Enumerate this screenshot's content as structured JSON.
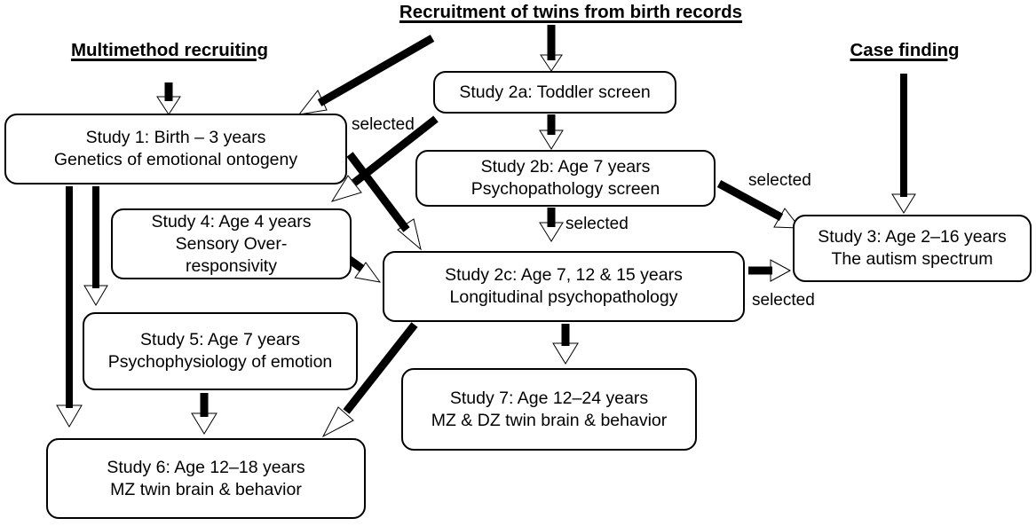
{
  "figure": {
    "type": "flowchart",
    "title_text": "Recruitment of twins from birth records",
    "background": "#ffffff",
    "ink_color": "#000000"
  },
  "headers": [
    {
      "id": "recruitment",
      "label": "Recruitment of twins from birth records"
    },
    {
      "id": "multimethod",
      "label": "Multimethod recruiting"
    },
    {
      "id": "case-finding",
      "label": "Case finding"
    }
  ],
  "boxes": [
    {
      "id": "study-1",
      "label": "Study 1: Birth – 3 years\nGenetics of emotional ontogeny"
    },
    {
      "id": "study-2a",
      "label": "Study 2a: Toddler screen"
    },
    {
      "id": "study-2b",
      "label": "Study 2b: Age 7 years\nPsychopathology screen"
    },
    {
      "id": "study-2c",
      "label": "Study 2c: Age 7, 12 & 15 years\nLongitudinal psychopathology"
    },
    {
      "id": "study-3",
      "label": "Study 3: Age 2–16 years\nThe autism spectrum"
    },
    {
      "id": "study-4",
      "label": "Study 4: Age 4 years\nSensory Over-\nresponsivity"
    },
    {
      "id": "study-5",
      "label": "Study 5: Age 7 years\nPsychophysiology of emotion"
    },
    {
      "id": "study-6",
      "label": "Study 6: Age 12–18 years\nMZ twin brain & behavior"
    },
    {
      "id": "study-7",
      "label": "Study 7: Age 12–24 years\nMZ & DZ twin brain & behavior"
    }
  ],
  "edge_labels": [
    {
      "id": "selected-study1",
      "label": "selected"
    },
    {
      "id": "selected-study3-a",
      "label": "selected"
    },
    {
      "id": "selected-study2c",
      "label": "selected"
    },
    {
      "id": "selected-study3-b",
      "label": "selected"
    }
  ],
  "arrows": [
    {
      "id": "recruitment-to-study2a",
      "from": "recruitment",
      "to": "study-2a",
      "style": "straight-down"
    },
    {
      "id": "recruitment-to-study1",
      "from": "recruitment",
      "to": "study-1",
      "style": "diagonal-down-left"
    },
    {
      "id": "multimethod-to-study1",
      "from": "multimethod",
      "to": "study-1",
      "style": "straight-down"
    },
    {
      "id": "casefinding-to-study3",
      "from": "case-finding",
      "to": "study-3",
      "style": "straight-down"
    },
    {
      "id": "study2a-to-study2b",
      "from": "study-2a",
      "to": "study-2b",
      "style": "straight-down"
    },
    {
      "id": "study2b-to-study2c",
      "from": "study-2b",
      "to": "study-2c",
      "style": "straight-down"
    },
    {
      "id": "study2b-to-study3",
      "from": "study-2b",
      "to": "study-3",
      "style": "diagonal-down-right"
    },
    {
      "id": "study1-to-study2c",
      "from": "study-1",
      "to": "study-2c",
      "style": "diagonal-down-right"
    },
    {
      "id": "study2a-to-study4",
      "from": "study-2a",
      "to": "study-4",
      "style": "diagonal-down-left"
    },
    {
      "id": "study1-to-study5",
      "from": "study-1",
      "to": "study-5",
      "style": "straight-down"
    },
    {
      "id": "study1-to-study6",
      "from": "study-1",
      "to": "study-6",
      "style": "straight-down"
    },
    {
      "id": "study4-to-study2c",
      "from": "study-4",
      "to": "study-2c",
      "style": "short-diagonal"
    },
    {
      "id": "study5-to-study6",
      "from": "study-5",
      "to": "study-6",
      "style": "straight-down"
    },
    {
      "id": "study2c-to-study3",
      "from": "study-2c",
      "to": "study-3",
      "style": "straight-right"
    },
    {
      "id": "study2c-to-study7",
      "from": "study-2c",
      "to": "study-7",
      "style": "straight-down"
    },
    {
      "id": "study2c-to-study6",
      "from": "study-2c",
      "to": "study-6",
      "style": "diagonal-down-left"
    }
  ]
}
